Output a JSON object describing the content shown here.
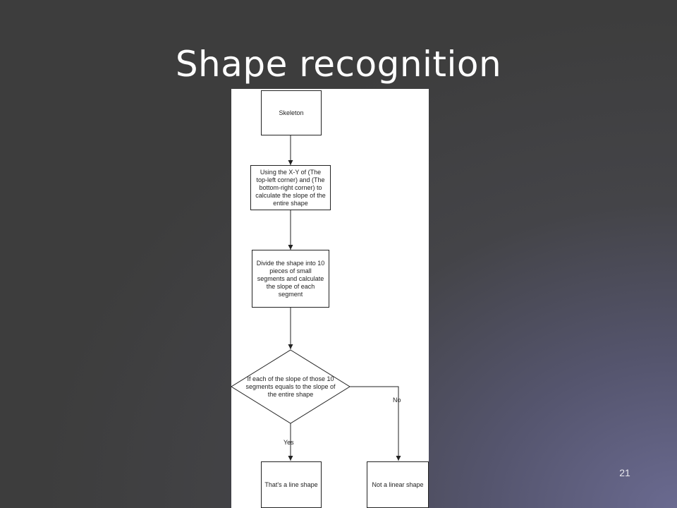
{
  "slide": {
    "title": "Shape recognition",
    "page_number": "21"
  },
  "flowchart": {
    "nodes": {
      "start": "Skeleton",
      "step1": "Using the X-Y of (The top-left corner) and (The bottom-right corner) to calculate the slope of the entire shape",
      "step2": "Divide the shape into 10 pieces of small segments and calculate the slope of each segment",
      "decision": "If each of the slope of those 10 segments equals to the slope of the entire shape",
      "yes_result": "That's a line shape",
      "no_result": "Not a linear shape"
    },
    "edges": {
      "yes_label": "Yes",
      "no_label": "No"
    }
  }
}
